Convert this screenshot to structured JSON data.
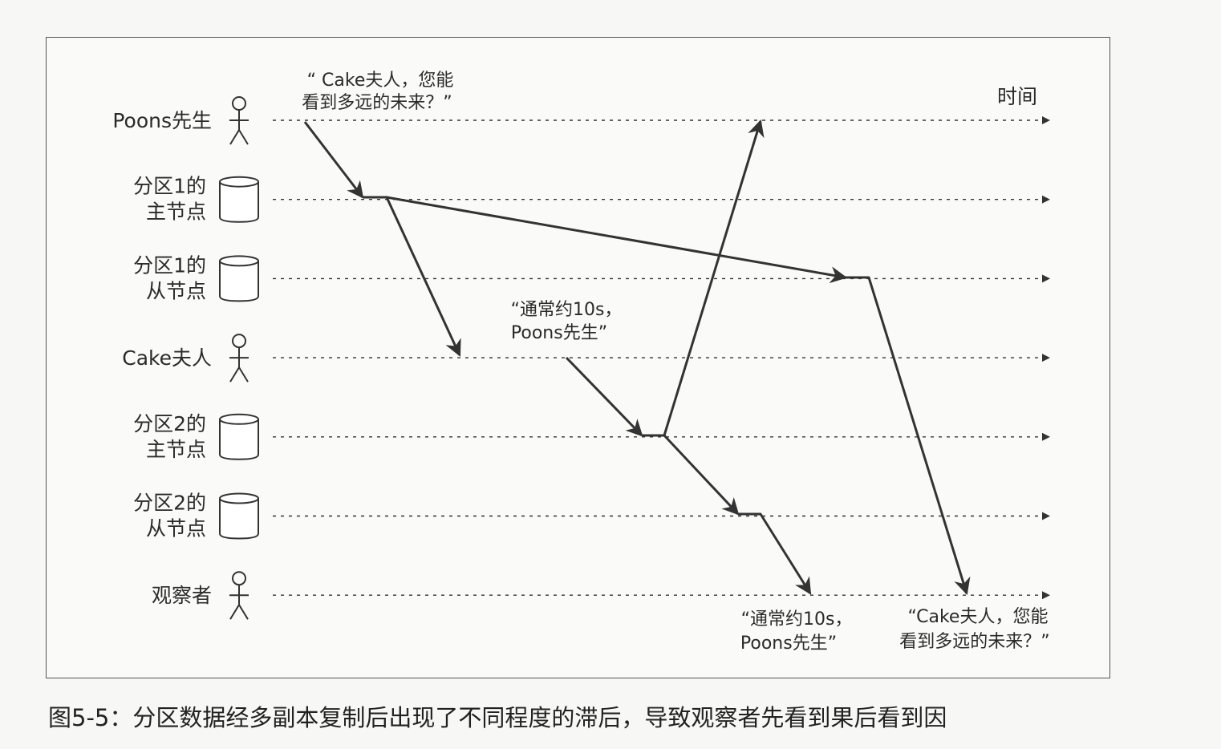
{
  "time_label": "时间",
  "timelines": [
    {
      "id": "poons",
      "kind": "actor",
      "label_lines": [
        "Poons先生"
      ]
    },
    {
      "id": "p1-leader",
      "kind": "database",
      "label_lines": [
        "分区1的",
        "主节点"
      ]
    },
    {
      "id": "p1-follower",
      "kind": "database",
      "label_lines": [
        "分区1的",
        "从节点"
      ]
    },
    {
      "id": "cake",
      "kind": "actor",
      "label_lines": [
        "Cake夫人"
      ]
    },
    {
      "id": "p2-leader",
      "kind": "database",
      "label_lines": [
        "分区2的",
        "主节点"
      ]
    },
    {
      "id": "p2-follower",
      "kind": "database",
      "label_lines": [
        "分区2的",
        "从节点"
      ]
    },
    {
      "id": "observer",
      "kind": "actor",
      "label_lines": [
        "观察者"
      ]
    }
  ],
  "quotes": {
    "question": [
      "“ Cake夫人，您能",
      "看到多远的未来？”"
    ],
    "answer": [
      "“通常约10s，",
      "Poons先生”"
    ],
    "observer_answer": [
      "“通常约10s，",
      "Poons先生”"
    ],
    "observer_question": [
      "“Cake夫人，您能",
      "看到多远的未来？”"
    ]
  },
  "caption": "图5-5：分区数据经多副本复制后出现了不同程度的滞后，导致观察者先看到果后看到因"
}
